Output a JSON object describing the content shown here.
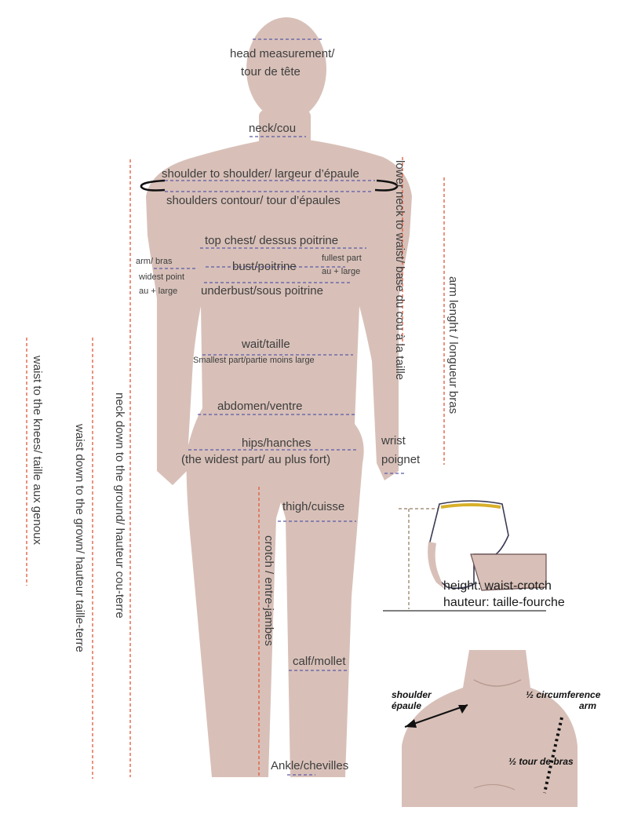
{
  "labels": {
    "head_1": "head measurement/",
    "head_2": "tour de tête",
    "neck": "neck/cou",
    "shoulder_to_shoulder": "shoulder to shoulder/ largeur d’épaule",
    "shoulders_contour": "shoulders contour/ tour d’épaules",
    "top_chest": "top chest/ dessus poitrine",
    "bust": "bust/poitrine",
    "underbust": "underbust/sous poitrine",
    "fullest_1": "fullest part",
    "fullest_2": "au + large",
    "arm_1": "arm/ bras",
    "arm_2": "widest point",
    "arm_3": "au + large",
    "waist": "wait/taille",
    "waist_sub": "Smallest part/partie moins large",
    "abdomen": "abdomen/ventre",
    "hips": "hips/hanches",
    "hips_sub": "(the widest part/ au plus fort)",
    "wrist_1": "wrist",
    "wrist_2": "poignet",
    "thigh": "thigh/cuisse",
    "calf": "calf/mollet",
    "ankle": "Ankle/chevilles"
  },
  "vertical_labels": {
    "lower_neck_to_waist": "lower neck to waist/ base du cou à la taille",
    "arm_length": "arm lenght / longueur bras",
    "neck_to_ground": "neck down to the ground/ hauteur cou-terre",
    "waist_to_ground": "waist down to the grown/ hauteur taille-terre",
    "waist_to_knees": "waist to the knees/ taille aux genoux",
    "crotch": "crotch / entre-jambes"
  },
  "insets": {
    "crotch_1": "height: waist-crotch",
    "crotch_2": "hauteur: taille-fourche",
    "shoulder_1": "shoulder",
    "shoulder_2": "épaule",
    "circ_1": "½ circumference",
    "circ_2": "arm",
    "circ_3": "½ tour de bras"
  },
  "colors": {
    "skin": "#d8c0b8",
    "dashed_blue": "#5a5aa8",
    "dashed_red": "#e0583a"
  }
}
